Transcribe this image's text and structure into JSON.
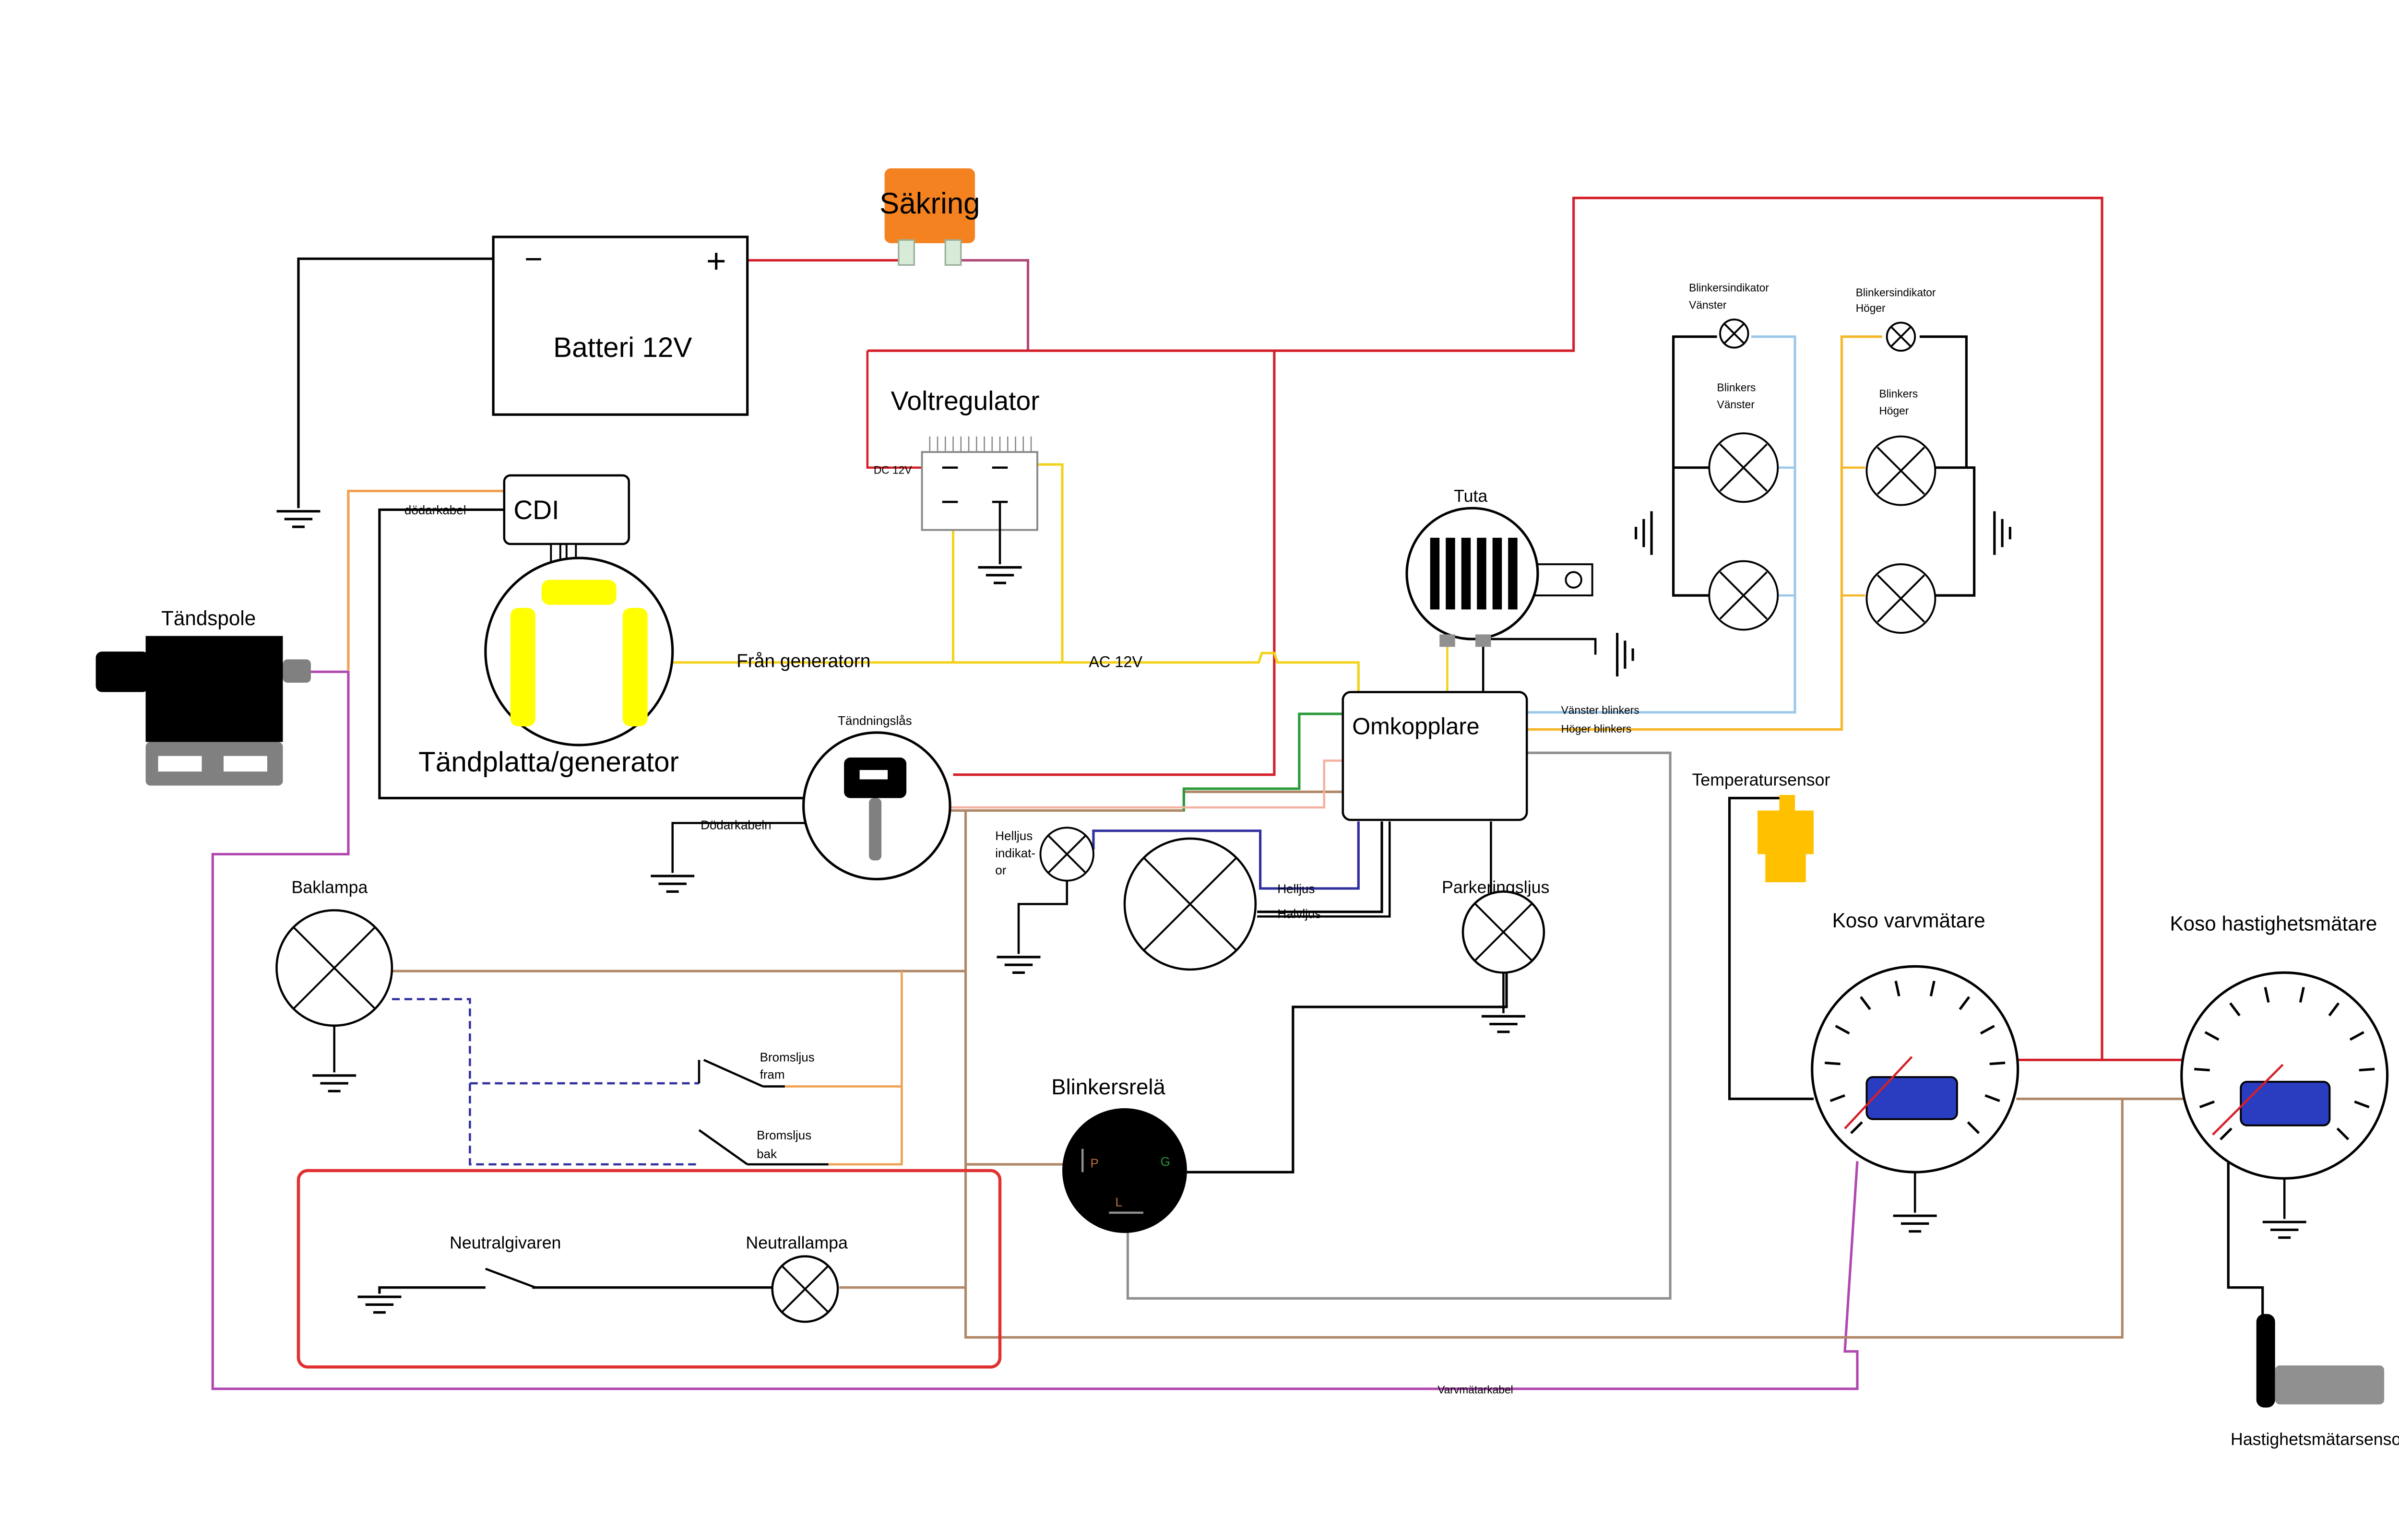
{
  "labels": {
    "fuse": "Säkring",
    "battery": "Batteri 12V",
    "voltage_regulator": "Voltregulator",
    "dc12v": "DC 12V",
    "cdi": "CDI",
    "kill_cable_cdi": "dödarkabel",
    "ignition_coil": "Tändspole",
    "stator": "Tändplatta/generator",
    "from_generator": "Från generatorn",
    "ac12v": "AC 12V",
    "ignition_lock": "Tändningslås",
    "kill_cable_lock": "Dödarkabeln",
    "horn": "Tuta",
    "switch": "Omkopplare",
    "left_turn": "Vänster blinkers",
    "right_turn": "Höger blinkers",
    "indicator_left": [
      "Blinkersindikator",
      "Vänster"
    ],
    "indicator_right": [
      "Blinkersindikator",
      "Höger"
    ],
    "blinker_left": [
      "Blinkers",
      "Vänster"
    ],
    "blinker_right": [
      "Blinkers",
      "Höger"
    ],
    "temp_sensor": "Temperatursensor",
    "tacho": "Koso varvmätare",
    "speedo": "Koso hastighetsmätare",
    "high_beam_indicator": [
      "Helljus",
      "indikat-",
      "or"
    ],
    "high_beam": "Helljus",
    "low_beam": "Halvljus",
    "parking_light": "Parkeringsljus",
    "tail_lamp": "Baklampa",
    "brake_front": [
      "Bromsljus",
      "fram"
    ],
    "brake_rear": [
      "Bromsljus",
      "bak"
    ],
    "blinker_relay": "Blinkersrelä",
    "relay_p": "P",
    "relay_g": "G",
    "relay_l": "L",
    "neutral_sender": "Neutralgivaren",
    "neutral_lamp": "Neutrallampa",
    "tacho_cable": "Varvmätarkabel",
    "speed_sensor": "Hastighetsmätarsensor",
    "battery_minus": "−",
    "battery_plus": "+"
  },
  "colors": {
    "power": "#d4202a",
    "ground": "#000000",
    "ac": "#f2d21c",
    "ignition": "#f0a050",
    "tacho_signal": "#b048b0",
    "lighting": "#b08868",
    "left_turn": "#9cc8ea",
    "right_turn": "#f5b82a",
    "fuse_body": "#f58220",
    "gauge_display": "#2a3cc0",
    "temp_sensor_body": "#ffc000"
  }
}
